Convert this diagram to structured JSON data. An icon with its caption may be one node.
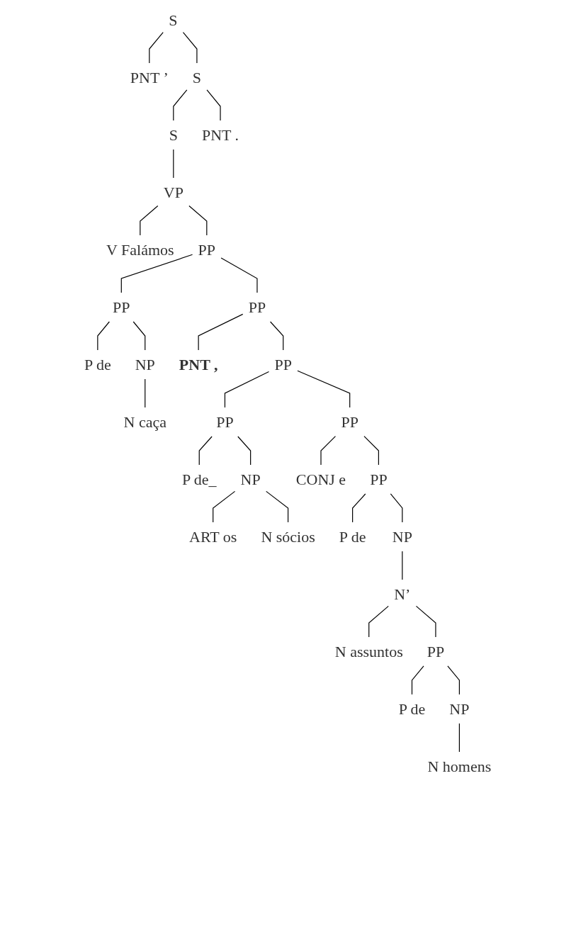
{
  "diagram": {
    "nodes": [
      {
        "text": [
          "S"
        ]
      },
      {
        "text": [
          "PNT ’"
        ]
      },
      {
        "text": [
          "S"
        ]
      },
      {
        "text": [
          "S"
        ]
      },
      {
        "text": [
          "PNT ."
        ]
      },
      {
        "text": [
          "VP"
        ]
      },
      {
        "text": [
          "V Falámos"
        ]
      },
      {
        "text": [
          "PP"
        ]
      },
      {
        "text": [
          "PP"
        ]
      },
      {
        "text": [
          "PP"
        ]
      },
      {
        "text": [
          "P de"
        ]
      },
      {
        "text": [
          "NP"
        ]
      },
      {
        "text": [
          "PNT ,"
        ]
      },
      {
        "text": [
          "PP"
        ]
      },
      {
        "text": [
          "N caça"
        ]
      },
      {
        "text": [
          "PP"
        ]
      },
      {
        "text": [
          "PP"
        ]
      },
      {
        "text": [
          "P de_"
        ]
      },
      {
        "text": [
          "NP"
        ]
      },
      {
        "text": [
          "CONJ e"
        ]
      },
      {
        "text": [
          "PP"
        ]
      },
      {
        "text": [
          "ART os"
        ]
      },
      {
        "text": [
          "N sócios"
        ]
      },
      {
        "text": [
          "P de"
        ]
      },
      {
        "text": [
          "NP"
        ]
      },
      {
        "text": [
          "N’"
        ]
      },
      {
        "text": [
          "N assuntos"
        ]
      },
      {
        "text": [
          "PP"
        ]
      },
      {
        "text": [
          "P de"
        ]
      },
      {
        "text": [
          "NP"
        ]
      },
      {
        "text": [
          "N homens"
        ]
      }
    ],
    "edges": [
      {
        "from": 0,
        "to": 1,
        "arrow": "none"
      },
      {
        "from": 0,
        "to": 2,
        "arrow": "none"
      },
      {
        "from": 2,
        "to": 3,
        "arrow": "none"
      },
      {
        "from": 2,
        "to": 4,
        "arrow": "none"
      },
      {
        "from": 3,
        "to": 5,
        "arrow": "none"
      },
      {
        "from": 5,
        "to": 6,
        "arrow": "none"
      },
      {
        "from": 5,
        "to": 7,
        "arrow": "none"
      },
      {
        "from": 7,
        "to": 8,
        "arrow": "none"
      },
      {
        "from": 7,
        "to": 9,
        "arrow": "none"
      },
      {
        "from": 8,
        "to": 10,
        "arrow": "none"
      },
      {
        "from": 8,
        "to": 11,
        "arrow": "none"
      },
      {
        "from": 9,
        "to": 12,
        "arrow": "none"
      },
      {
        "from": 9,
        "to": 13,
        "arrow": "none"
      },
      {
        "from": 11,
        "to": 14,
        "arrow": "none"
      },
      {
        "from": 13,
        "to": 15,
        "arrow": "none"
      },
      {
        "from": 13,
        "to": 16,
        "arrow": "none"
      },
      {
        "from": 15,
        "to": 17,
        "arrow": "none"
      },
      {
        "from": 15,
        "to": 18,
        "arrow": "none"
      },
      {
        "from": 16,
        "to": 19,
        "arrow": "none"
      },
      {
        "from": 16,
        "to": 20,
        "arrow": "none"
      },
      {
        "from": 18,
        "to": 21,
        "arrow": "none"
      },
      {
        "from": 18,
        "to": 22,
        "arrow": "none"
      },
      {
        "from": 20,
        "to": 23,
        "arrow": "none"
      },
      {
        "from": 20,
        "to": 24,
        "arrow": "none"
      },
      {
        "from": 24,
        "to": 25,
        "arrow": "none"
      },
      {
        "from": 25,
        "to": 26,
        "arrow": "none"
      },
      {
        "from": 25,
        "to": 27,
        "arrow": "none"
      },
      {
        "from": 27,
        "to": 28,
        "arrow": "none"
      },
      {
        "from": 27,
        "to": 29,
        "arrow": "none"
      },
      {
        "from": 29,
        "to": 30,
        "arrow": "none"
      }
    ]
  }
}
